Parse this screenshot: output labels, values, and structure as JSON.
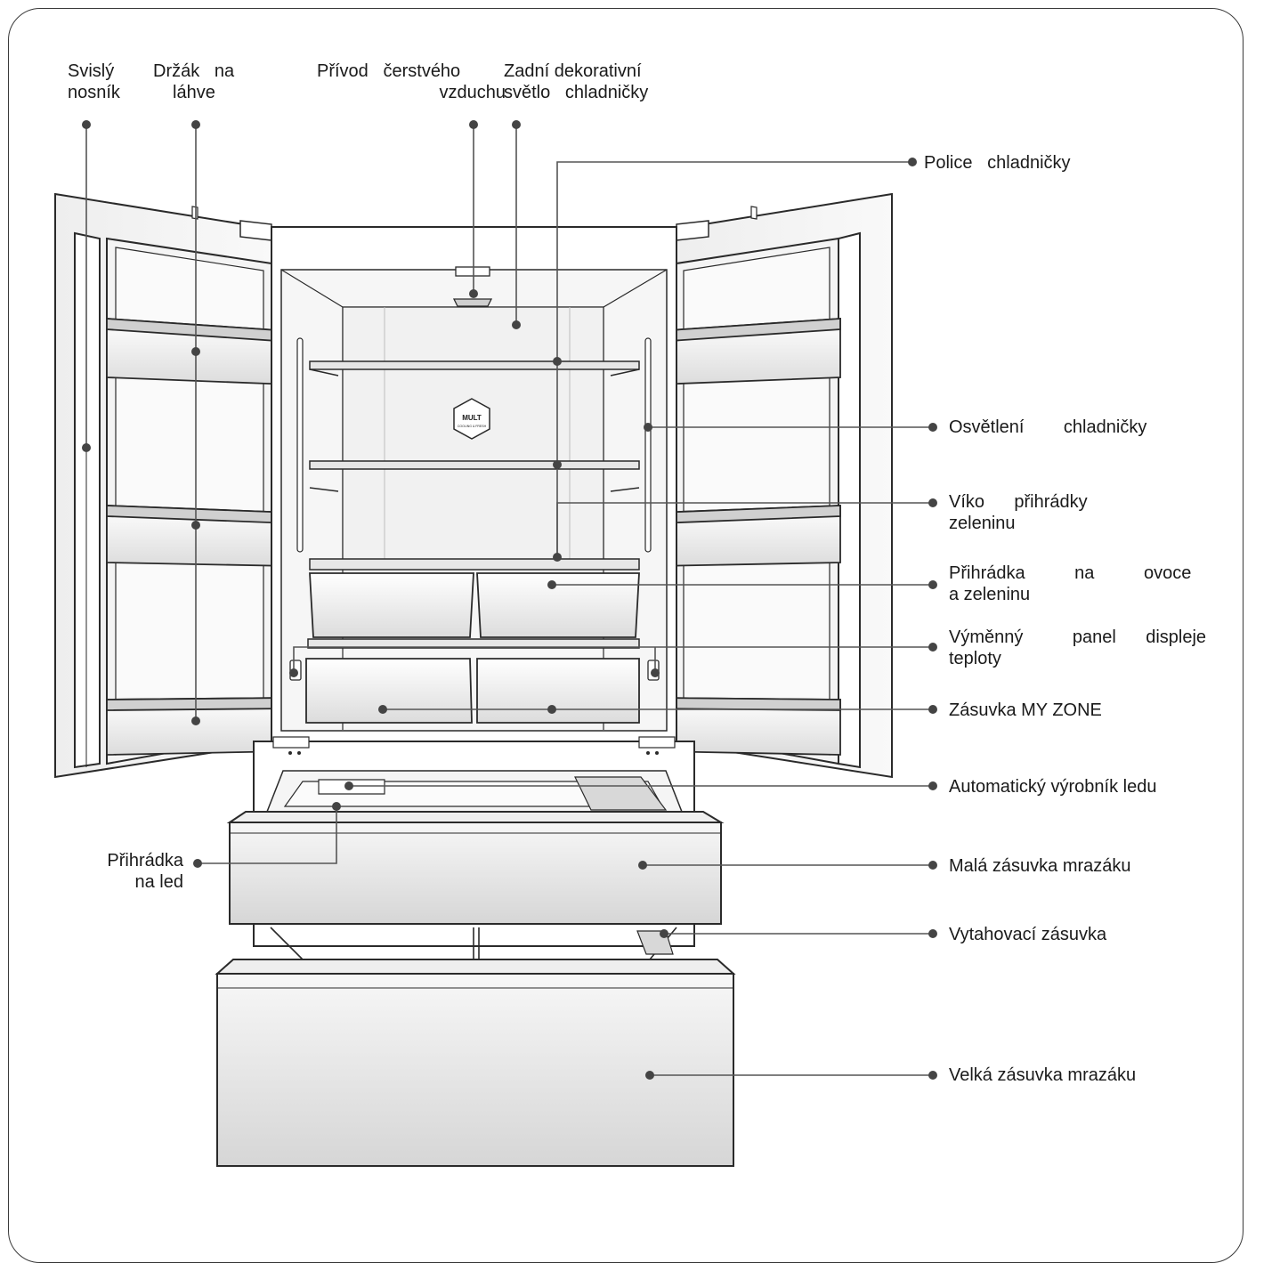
{
  "labels": {
    "vertical_beam": [
      "Svislý",
      "nosník"
    ],
    "bottle_holder": [
      "Držák   na",
      "láhve"
    ],
    "fresh_air_inlet": [
      "Přívod   čerstvého",
      "vzduchu"
    ],
    "rear_light": [
      "Zadní dekorativní",
      "světlo   chladničky"
    ],
    "fridge_shelf": "Police   chladničky",
    "fridge_light": "Osvětlení        chladničky",
    "crisper_lid": [
      "Víko      přihrádky",
      "zeleninu"
    ],
    "crisper": [
      "Přihrádka          na          ovoce",
      "a zeleninu"
    ],
    "display_panel": [
      "Výměnný          panel      displeje",
      "teploty"
    ],
    "my_zone_drawer": "Zásuvka MY ZONE",
    "ice_maker": "Automatický výrobník ledu",
    "ice_tray": [
      "Přihrádka",
      "na led"
    ],
    "small_freezer_drawer": "Malá zásuvka mrazáku",
    "pull_out_drawer": "Vytahovací zásuvka",
    "large_freezer_drawer": "Velká zásuvka mrazáku",
    "mult_badge": [
      "MULT",
      "COOLING & FRESH"
    ]
  },
  "colors": {
    "outline": "#2a2a2a",
    "leader": "#555555",
    "dot": "#444444",
    "panel": "#f2f2f2",
    "shade": "#d9d9d9"
  }
}
